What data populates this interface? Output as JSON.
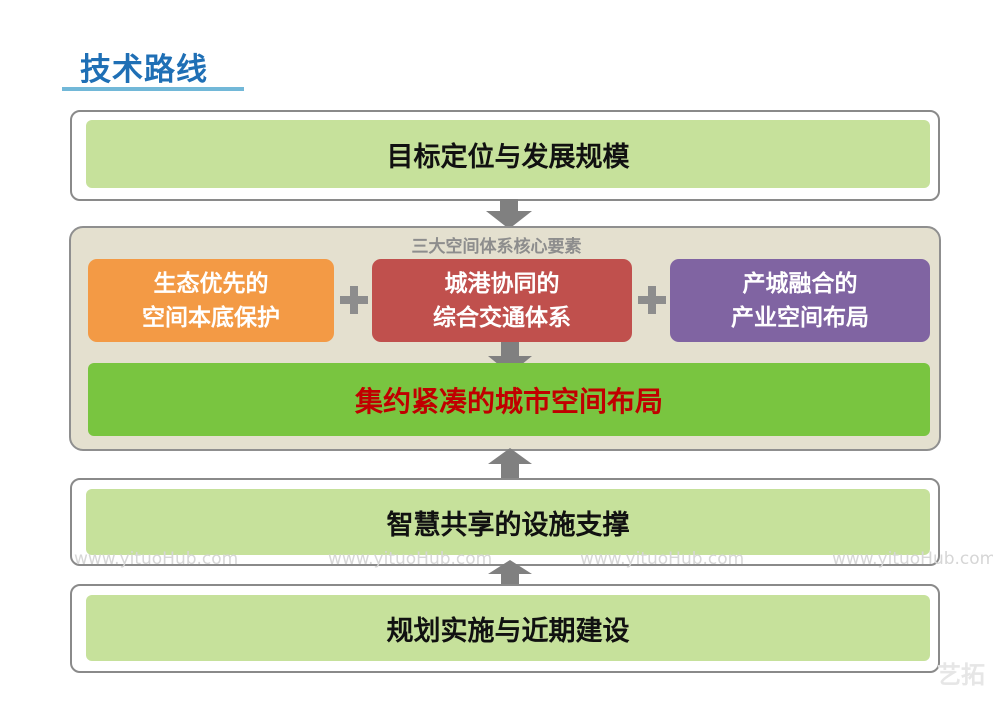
{
  "title": "技术路线",
  "top_box": "目标定位与发展规模",
  "core_section": {
    "caption": "三大空间体系核心要素",
    "elements": [
      {
        "line1": "生态优先的",
        "line2": "空间本底保护",
        "color": "#f39a45"
      },
      {
        "line1": "城港协同的",
        "line2": "综合交通体系",
        "color": "#c0504d"
      },
      {
        "line1": "产城融合的",
        "line2": "产业空间布局",
        "color": "#8064a2"
      }
    ],
    "result": "集约紧凑的城市空间布局",
    "result_color": "#c00000"
  },
  "support_box": "智慧共享的设施支撑",
  "bottom_box": "规划实施与近期建设",
  "watermark": "www.yituoHub.com",
  "logo_text": "艺拓",
  "colors": {
    "title": "#1f6fb5",
    "green_light": "#c6e19b",
    "green_core": "#79c540",
    "arrow": "#808080"
  }
}
